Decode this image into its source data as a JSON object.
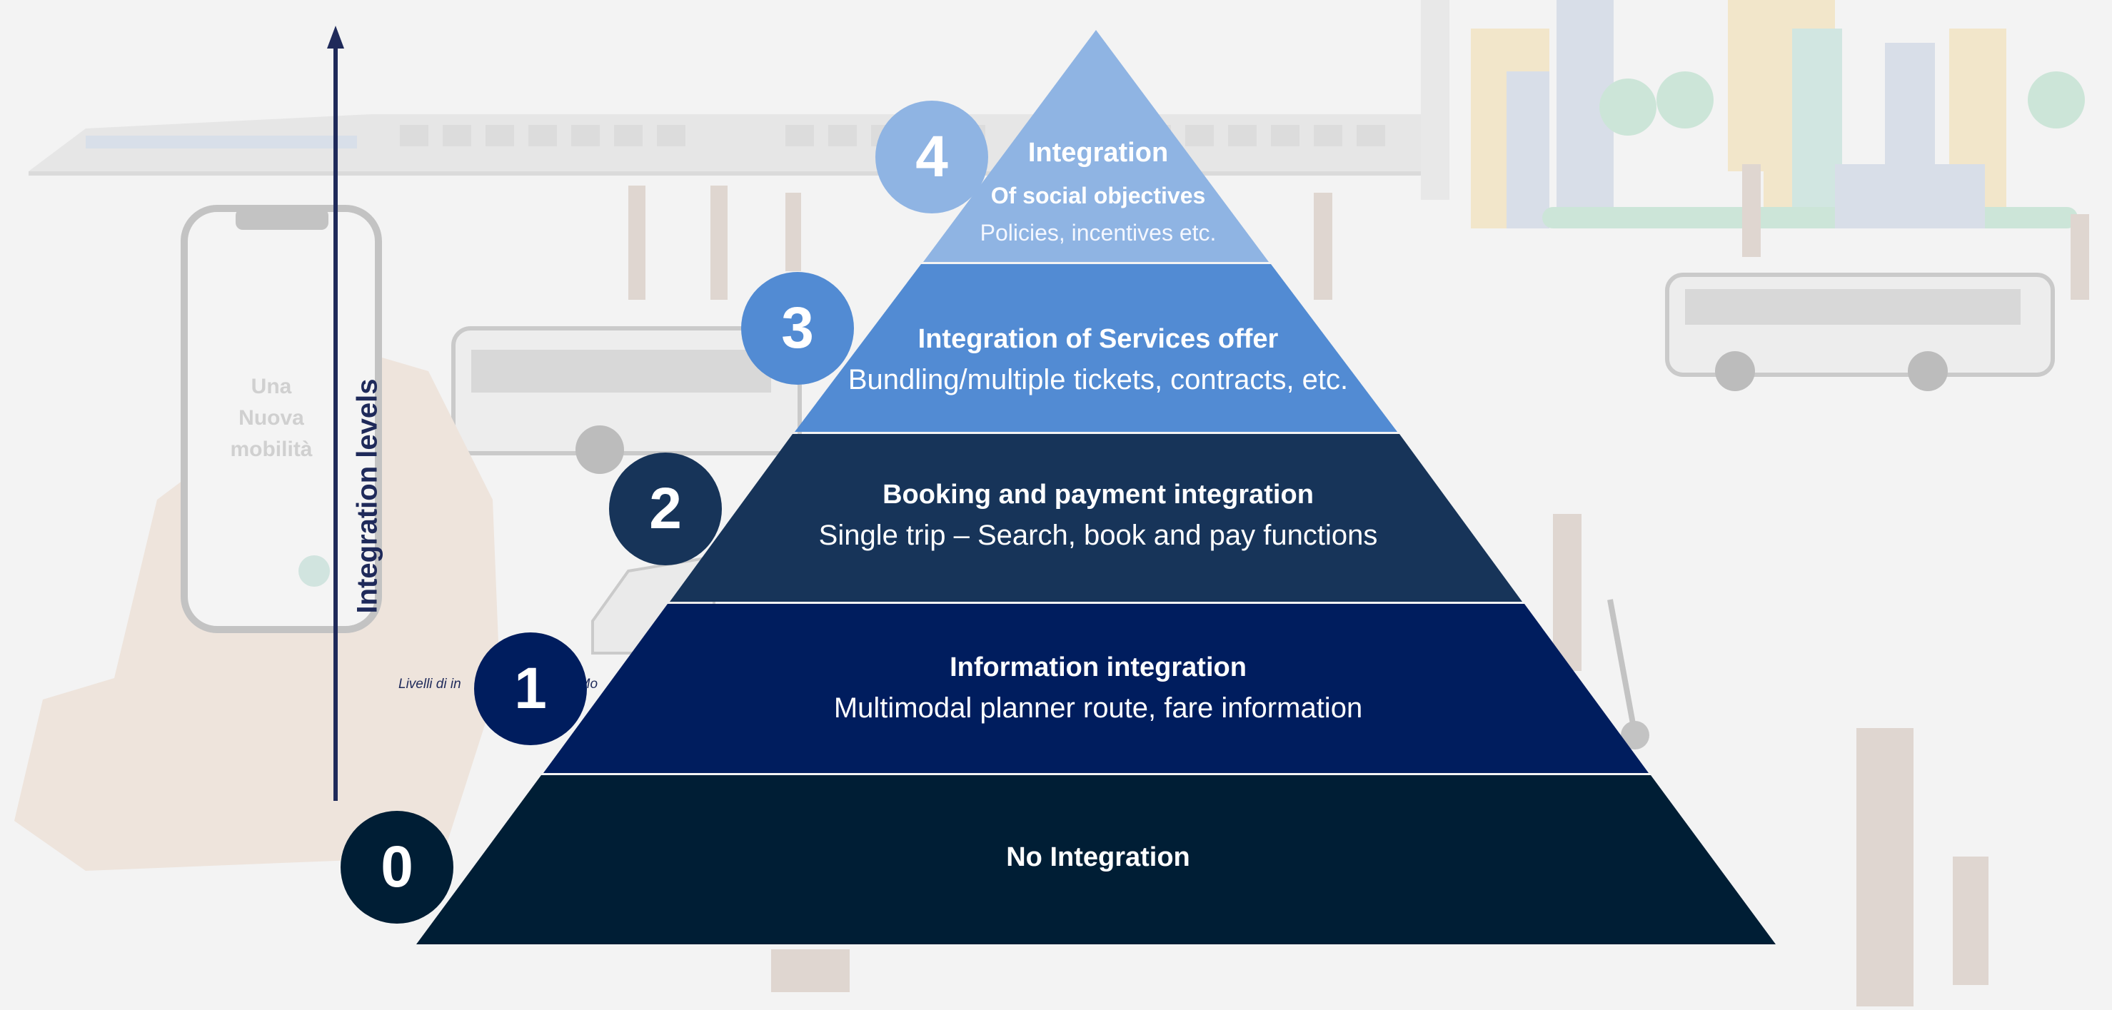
{
  "axis": {
    "label": "Integration levels"
  },
  "background": {
    "phone_screen_text": "Una\nNuova\nmobilità",
    "caption_fragment_left": "Livelli di in",
    "caption_fragment_right": "Mo"
  },
  "levels": [
    {
      "number": "0",
      "title": "No Integration",
      "subtitle": "",
      "color": "#001e35"
    },
    {
      "number": "1",
      "title": "Information integration",
      "subtitle": "Multimodal planner route, fare information",
      "color": "#001d5e"
    },
    {
      "number": "2",
      "title": "Booking and payment integration",
      "subtitle": "Single trip – Search, book and pay functions",
      "color": "#173459"
    },
    {
      "number": "3",
      "title": "Integration of Services offer",
      "subtitle": "Bundling/multiple tickets, contracts, etc.",
      "color": "#528bd3"
    },
    {
      "number": "4",
      "title": "Integration",
      "subtitle_bold": "Of social objectives",
      "subtitle": "Policies, incentives etc.",
      "color": "#8fb4e3"
    }
  ]
}
